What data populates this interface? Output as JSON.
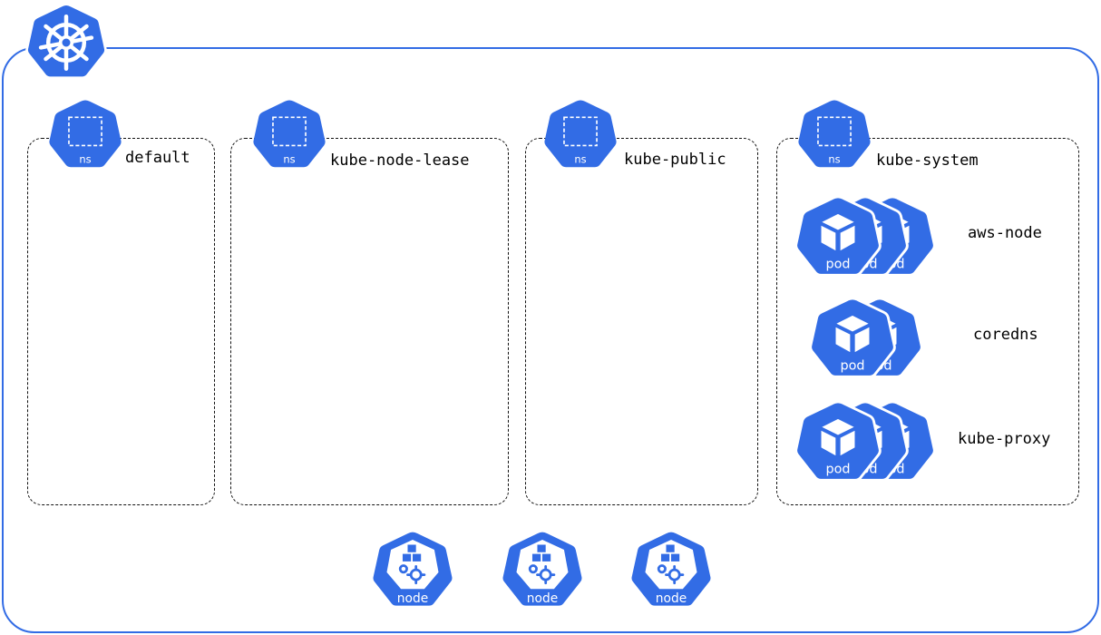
{
  "colors": {
    "k8s_blue": "#326ce5",
    "border_dashed": "#111111",
    "label_text": "#000000"
  },
  "cluster": {
    "logo_icon": "kubernetes-helm-wheel-icon"
  },
  "namespaces": [
    {
      "name": "default",
      "icon_label": "ns",
      "icon": "namespace-icon"
    },
    {
      "name": "kube-node-lease",
      "icon_label": "ns",
      "icon": "namespace-icon"
    },
    {
      "name": "kube-public",
      "icon_label": "ns",
      "icon": "namespace-icon"
    },
    {
      "name": "kube-system",
      "icon_label": "ns",
      "icon": "namespace-icon"
    }
  ],
  "workloads": [
    {
      "name": "aws-node",
      "pod_label": "pod",
      "stack_count": 3
    },
    {
      "name": "coredns",
      "pod_label": "pod",
      "stack_count": 2
    },
    {
      "name": "kube-proxy",
      "pod_label": "pod",
      "stack_count": 3
    }
  ],
  "nodes": [
    {
      "label": "node",
      "icon": "node-icon"
    },
    {
      "label": "node",
      "icon": "node-icon"
    },
    {
      "label": "node",
      "icon": "node-icon"
    }
  ]
}
